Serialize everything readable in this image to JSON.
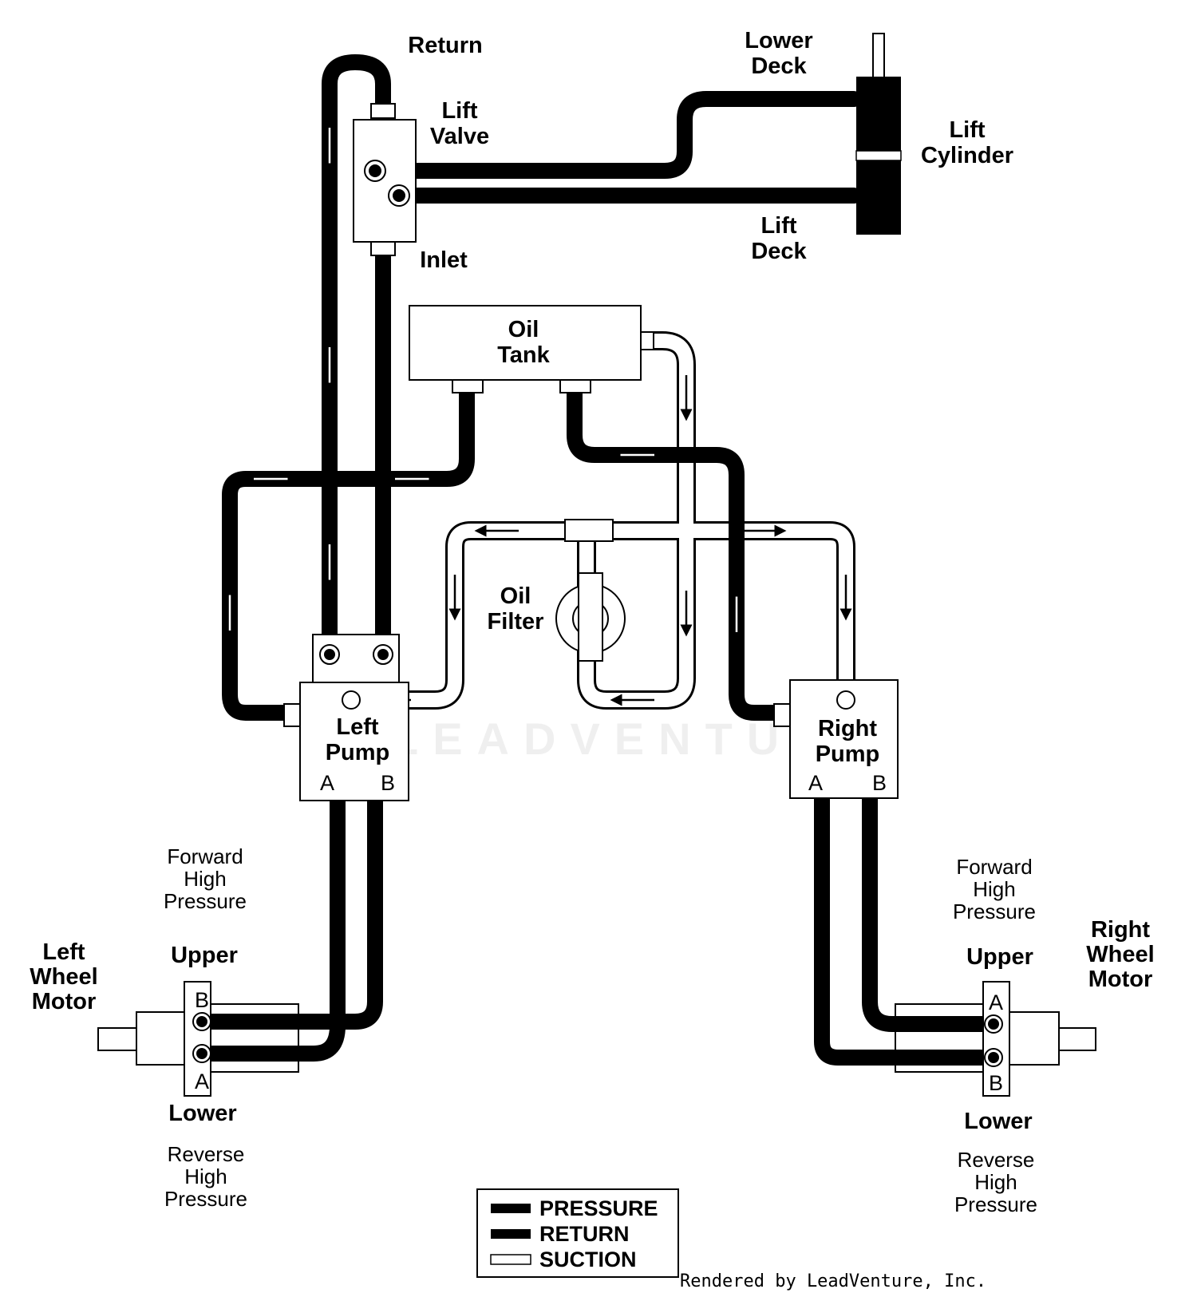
{
  "labels": {
    "return": "Return",
    "lift_valve": [
      "Lift",
      "Valve"
    ],
    "inlet": "Inlet",
    "lower_deck": [
      "Lower",
      "Deck"
    ],
    "lift_cylinder": [
      "Lift",
      "Cylinder"
    ],
    "lift_deck": [
      "Lift",
      "Deck"
    ],
    "oil_tank": [
      "Oil",
      "Tank"
    ],
    "oil_filter": [
      "Oil",
      "Filter"
    ],
    "left_pump": [
      "Left",
      "Pump"
    ],
    "right_pump": [
      "Right",
      "Pump"
    ],
    "port_a": "A",
    "port_b": "B",
    "forward_high_pressure": [
      "Forward",
      "High",
      "Pressure"
    ],
    "reverse_high_pressure": [
      "Reverse",
      "High",
      "Pressure"
    ],
    "upper": "Upper",
    "lower": "Lower",
    "left_wheel_motor": [
      "Left",
      "Wheel",
      "Motor"
    ],
    "right_wheel_motor": [
      "Right",
      "Wheel",
      "Motor"
    ]
  },
  "legend": {
    "items": [
      "PRESSURE",
      "RETURN",
      "SUCTION"
    ]
  },
  "watermark": "LEADVENTURE",
  "footer": "Rendered by LeadVenture, Inc.",
  "colors": {
    "line": "#000000",
    "background": "#ffffff"
  }
}
